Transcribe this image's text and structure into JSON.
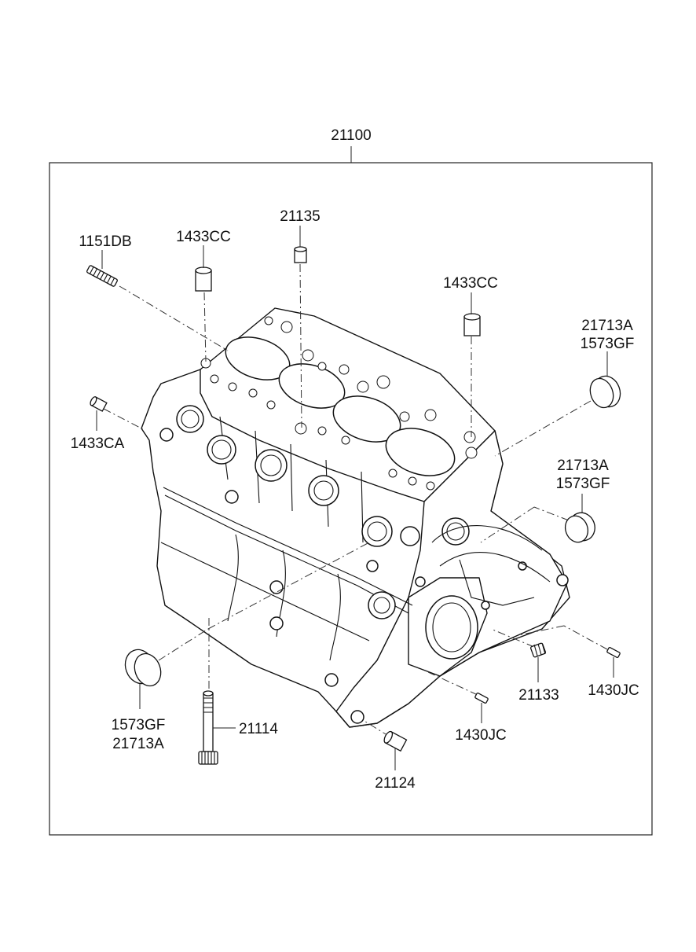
{
  "diagram": {
    "assembly_number": "21100",
    "callouts": {
      "stud_1151DB": "1151DB",
      "dowel_1433CC_left": "1433CC",
      "pin_21135": "21135",
      "dowel_1433CC_right": "1433CC",
      "plug_top_right_a": "21713A",
      "plug_top_right_b": "1573GF",
      "dowel_1433CA": "1433CA",
      "plug_mid_right_a": "21713A",
      "plug_mid_right_b": "1573GF",
      "plug_left_a": "1573GF",
      "plug_left_b": "21713A",
      "bolt_21114": "21114",
      "plug_21133": "21133",
      "pin_1430JC_right": "1430JC",
      "pin_1430JC_bottom": "1430JC",
      "dowel_21124": "21124"
    }
  }
}
